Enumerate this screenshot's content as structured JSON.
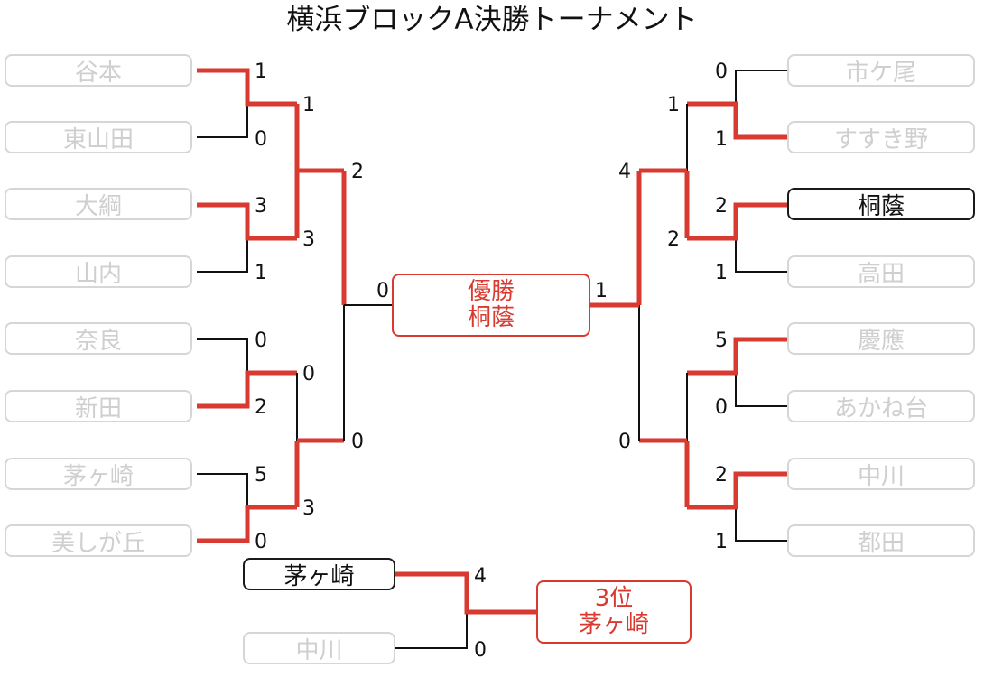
{
  "title": "横浜ブロックA決勝トーナメント",
  "colors": {
    "winner_line": "#d83a30",
    "loser_line": "#111111",
    "inactive_box": "#d6d6d6"
  },
  "left_teams": [
    "谷本",
    "東山田",
    "大綱",
    "山内",
    "奈良",
    "新田",
    "茅ヶ崎",
    "美しが丘"
  ],
  "right_teams": [
    "市ケ尾",
    "すすき野",
    "桐蔭",
    "高田",
    "慶應",
    "あかね台",
    "中川",
    "都田"
  ],
  "champion": {
    "label": "優勝",
    "team": "桐蔭"
  },
  "third_place": {
    "teams": [
      "茅ヶ崎",
      "中川"
    ],
    "scores": [
      "4",
      "0"
    ],
    "result": {
      "label": "3位",
      "team": "茅ヶ崎"
    }
  },
  "scores": {
    "left_r1": [
      "1",
      "0",
      "3",
      "1",
      "0",
      "2",
      "5",
      "0"
    ],
    "left_r2": [
      "1",
      "3",
      "0",
      "3"
    ],
    "left_r3": [
      "2",
      "0"
    ],
    "left_final": "0",
    "right_r1": [
      "0",
      "1",
      "2",
      "1",
      "5",
      "0",
      "2",
      "1"
    ],
    "right_r2": [
      "1",
      "2",
      "0"
    ],
    "right_r3": [
      "4",
      "0"
    ],
    "right_final": "1"
  }
}
